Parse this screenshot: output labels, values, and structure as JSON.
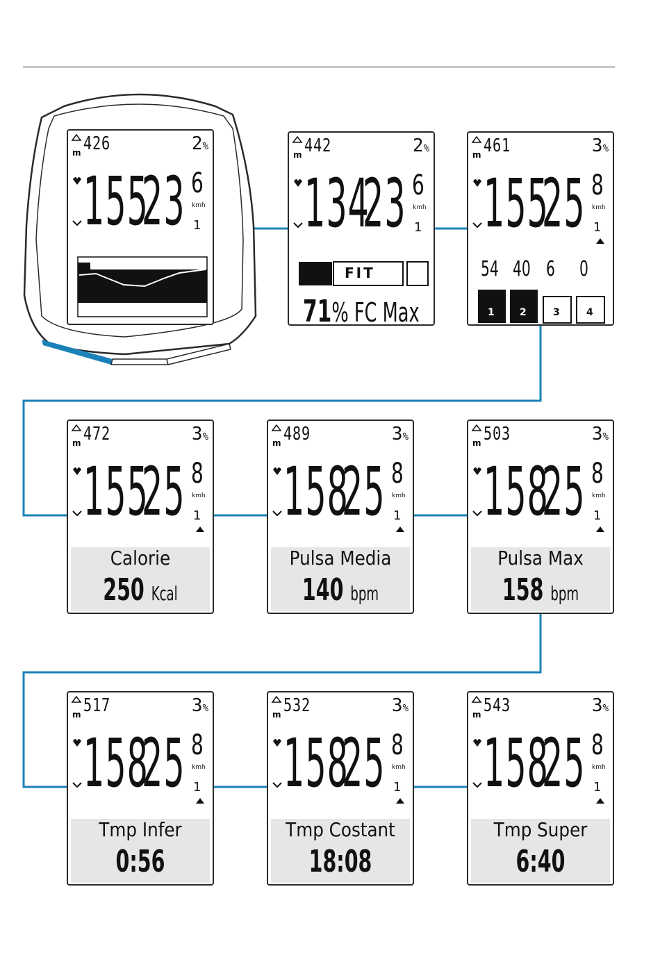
{
  "device": {
    "altitude": "426",
    "grade": "2",
    "grade_unit": "%",
    "heart_rate": "155",
    "speed": "23",
    "speed_decimal": "6",
    "speed_unit": "kmh",
    "gear": "1"
  },
  "screens": [
    {
      "altitude": "442",
      "grade": "2",
      "heart_rate": "134",
      "speed": "23",
      "speed_decimal": "6",
      "gear": "1",
      "bar_label": "FIT",
      "value": "71",
      "value_suffix": "% FC Max"
    },
    {
      "altitude": "461",
      "grade": "3",
      "heart_rate": "155",
      "speed": "25",
      "speed_decimal": "8",
      "gear": "1",
      "zones_time": [
        "54",
        "40",
        "6",
        "0"
      ],
      "zones": [
        "1",
        "2",
        "3",
        "4"
      ]
    },
    {
      "altitude": "472",
      "grade": "3",
      "heart_rate": "155",
      "speed": "25",
      "speed_decimal": "8",
      "gear": "1",
      "label": "Calorie",
      "value": "250",
      "unit": "Kcal"
    },
    {
      "altitude": "489",
      "grade": "3",
      "heart_rate": "158",
      "speed": "25",
      "speed_decimal": "8",
      "gear": "1",
      "label": "Pulsa Media",
      "value": "140",
      "unit": "bpm"
    },
    {
      "altitude": "503",
      "grade": "3",
      "heart_rate": "158",
      "speed": "25",
      "speed_decimal": "8",
      "gear": "1",
      "label": "Pulsa Max",
      "value": "158",
      "unit": "bpm"
    },
    {
      "altitude": "517",
      "grade": "3",
      "heart_rate": "158",
      "speed": "25",
      "speed_decimal": "8",
      "gear": "1",
      "label": "Tmp Infer",
      "value": "0:56",
      "unit": ""
    },
    {
      "altitude": "532",
      "grade": "3",
      "heart_rate": "158",
      "speed": "25",
      "speed_decimal": "8",
      "gear": "1",
      "label": "Tmp Costant",
      "value": "18:08",
      "unit": ""
    },
    {
      "altitude": "543",
      "grade": "3",
      "heart_rate": "158",
      "speed": "25",
      "speed_decimal": "8",
      "gear": "1",
      "label": "Tmp Super",
      "value": "6:40",
      "unit": ""
    }
  ],
  "colors": {
    "flow_line": "#1a82b8",
    "button_accent": "#1a82b8",
    "outline": "#2a2a2a",
    "panel": "#e6e6e6"
  },
  "icons": [
    "mountain-icon",
    "altitude-m-icon",
    "heart-icon",
    "chevron-down-icon",
    "zone-up-arrow-icon"
  ]
}
